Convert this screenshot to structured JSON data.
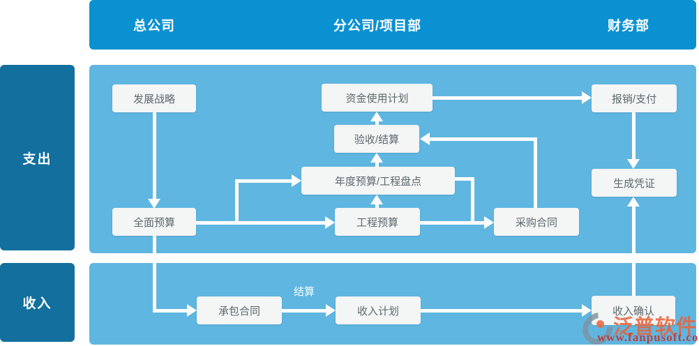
{
  "header": {
    "columns": [
      {
        "id": "head-office",
        "label": "总公司"
      },
      {
        "id": "branch-project",
        "label": "分公司/项目部"
      },
      {
        "id": "finance",
        "label": "财务部"
      }
    ]
  },
  "sidebar": {
    "rows": [
      {
        "id": "expense",
        "label": "支出"
      },
      {
        "id": "income",
        "label": "收入"
      }
    ]
  },
  "flow": {
    "nodes": {
      "strategy": {
        "label": "发展战略"
      },
      "fund_plan": {
        "label": "资金使用计划"
      },
      "reimburse": {
        "label": "报销/支付"
      },
      "acceptance": {
        "label": "验收/结算"
      },
      "annual_budget": {
        "label": "年度预算/工程盘点"
      },
      "total_budget": {
        "label": "全面预算"
      },
      "project_budget": {
        "label": "工程预算"
      },
      "procurement": {
        "label": "采购合同"
      },
      "voucher": {
        "label": "生成凭证"
      },
      "contract": {
        "label": "承包合同"
      },
      "income_plan": {
        "label": "收入计划"
      },
      "income_confirm": {
        "label": "收入确认"
      }
    },
    "edge_labels": {
      "settlement": "结算"
    }
  },
  "watermark": {
    "brand": "泛普软件",
    "url": "www.fanpusoft.com"
  },
  "colors": {
    "header_blue": "#0a91d2",
    "panel_blue": "#5fb6e0",
    "sidebar_blue": "#136f9e",
    "box_bg": "#f4f5f5",
    "arrow": "#ffffff",
    "watermark_orange": "#e8653f",
    "watermark_red": "#c53530"
  }
}
